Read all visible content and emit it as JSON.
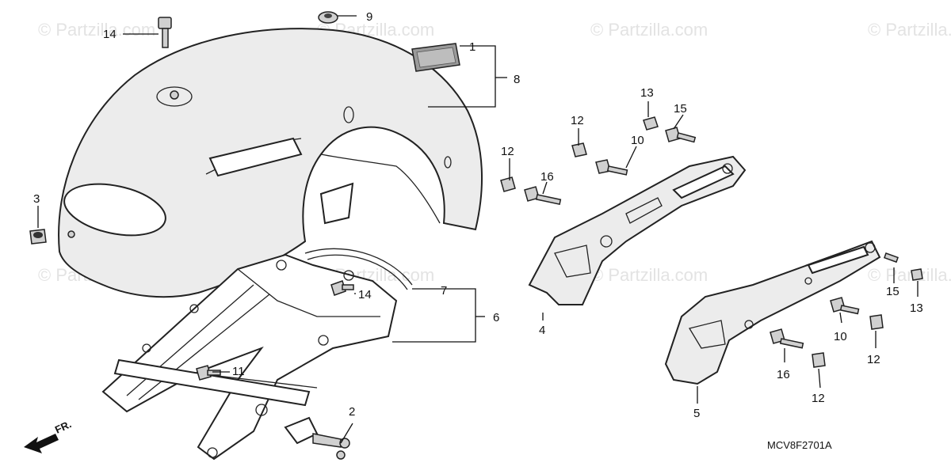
{
  "watermark": "© Partzilla.com",
  "diagram_code": "MCV8F2701A",
  "front_marker": "FR.",
  "callouts": [
    {
      "id": "c1",
      "label": "1"
    },
    {
      "id": "c2",
      "label": "2"
    },
    {
      "id": "c3",
      "label": "3"
    },
    {
      "id": "c4",
      "label": "4"
    },
    {
      "id": "c5",
      "label": "5"
    },
    {
      "id": "c6",
      "label": "6"
    },
    {
      "id": "c7",
      "label": "7"
    },
    {
      "id": "c8",
      "label": "8"
    },
    {
      "id": "c9",
      "label": "9"
    },
    {
      "id": "c10a",
      "label": "10"
    },
    {
      "id": "c10b",
      "label": "10"
    },
    {
      "id": "c11",
      "label": "11"
    },
    {
      "id": "c12a",
      "label": "12"
    },
    {
      "id": "c12b",
      "label": "12"
    },
    {
      "id": "c12c",
      "label": "12"
    },
    {
      "id": "c12d",
      "label": "12"
    },
    {
      "id": "c13a",
      "label": "13"
    },
    {
      "id": "c13b",
      "label": "13"
    },
    {
      "id": "c14a",
      "label": "14"
    },
    {
      "id": "c14b",
      "label": "14"
    },
    {
      "id": "c15a",
      "label": "15"
    },
    {
      "id": "c15b",
      "label": "15"
    },
    {
      "id": "c16a",
      "label": "16"
    },
    {
      "id": "c16b",
      "label": "16"
    }
  ]
}
